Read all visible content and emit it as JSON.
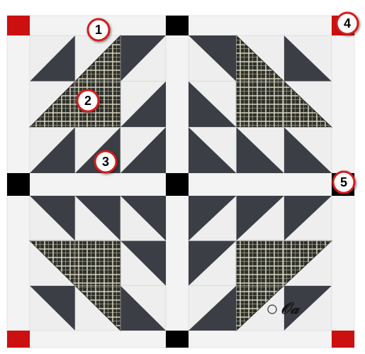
{
  "colors": {
    "background": "#ffffff",
    "light_fabric": "#eeeeee",
    "sashing": "#f3f3f3",
    "dark_fabric": "#3b3e45",
    "black_square": "#000000",
    "red_corner": "#cc1010",
    "plaid_base": "#2f312b",
    "plaid_line": "#d8d4bd",
    "badge_fill": "#ffffff",
    "badge_stroke": "#d41a1a",
    "badge_text": "#000000"
  },
  "callouts": [
    {
      "number": "1",
      "icon": "numbered-callout-circle"
    },
    {
      "number": "2",
      "icon": "numbered-callout-circle"
    },
    {
      "number": "3",
      "icon": "numbered-callout-circle"
    },
    {
      "number": "4",
      "icon": "numbered-callout-circle"
    },
    {
      "number": "5",
      "icon": "numbered-callout-circle"
    }
  ],
  "signature": {
    "text": "ⓒ",
    "glyph": "𝒪𝒶",
    "icon": "artist-signature-mark"
  }
}
